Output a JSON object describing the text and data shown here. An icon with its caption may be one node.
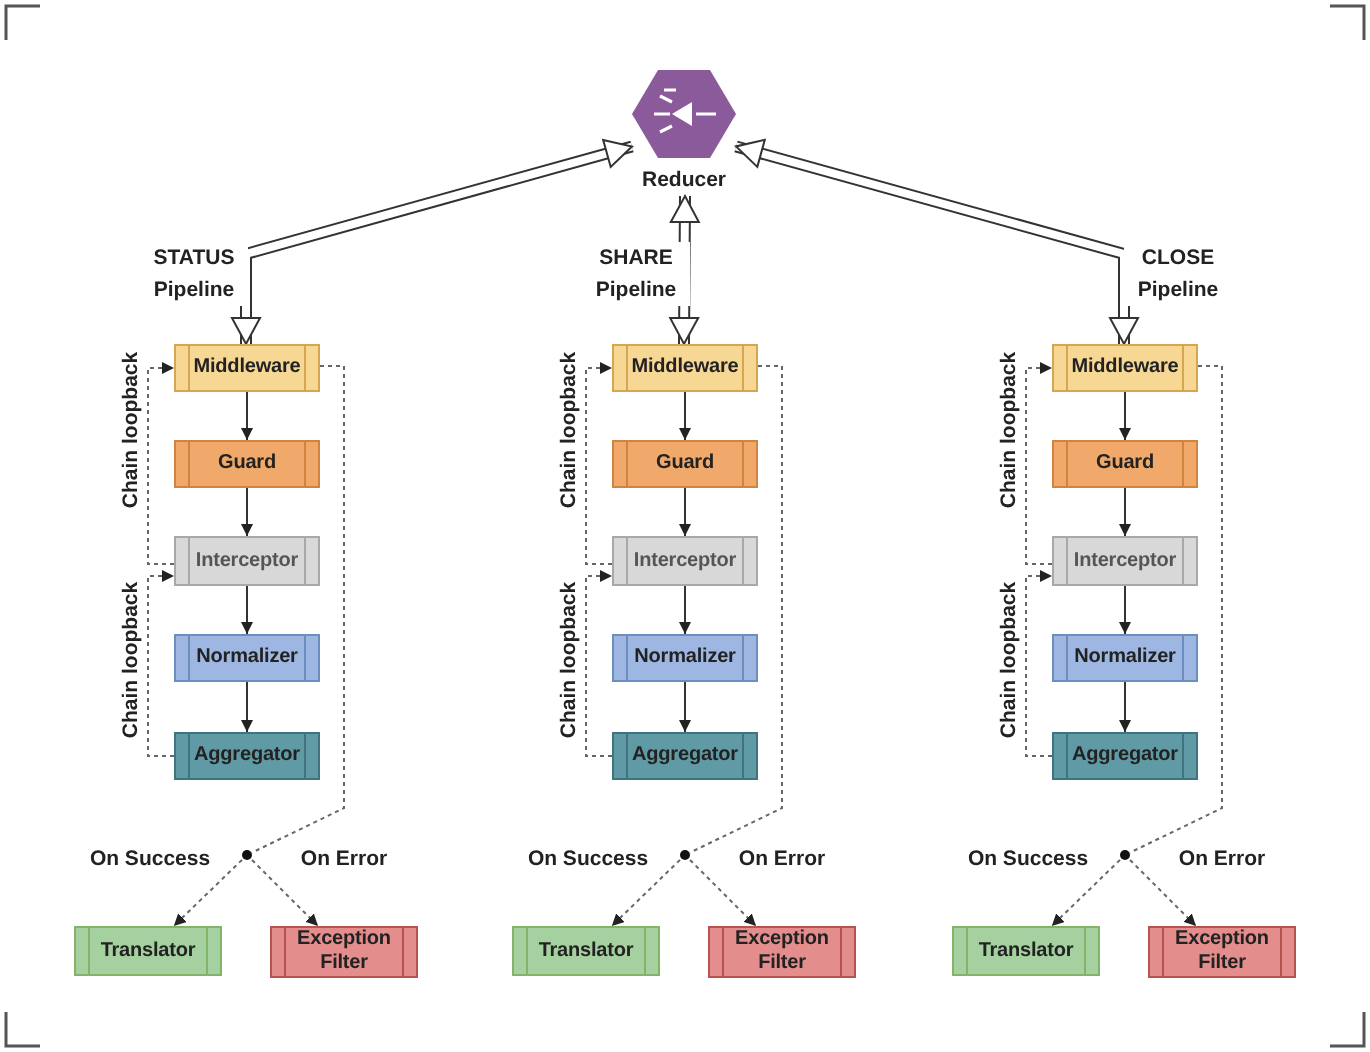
{
  "diagram": {
    "nodes": [
      {
        "text": [
          "Reducer"
        ]
      },
      {
        "text": [
          "Middleware"
        ]
      },
      {
        "text": [
          "Guard"
        ]
      },
      {
        "text": [
          "Interceptor"
        ]
      },
      {
        "text": [
          "Normalizer"
        ]
      },
      {
        "text": [
          "Aggregator"
        ]
      },
      {
        "text": [],
        "shape": "circle"
      },
      {
        "text": [
          "Translator"
        ]
      },
      {
        "text": [
          "Exception Filter"
        ]
      },
      {
        "text": [
          "Middleware"
        ]
      },
      {
        "text": [
          "Guard"
        ]
      },
      {
        "text": [
          "Interceptor"
        ]
      },
      {
        "text": [
          "Normalizer"
        ]
      },
      {
        "text": [
          "Aggregator"
        ]
      },
      {
        "text": [],
        "shape": "circle"
      },
      {
        "text": [
          "Translator"
        ]
      },
      {
        "text": [
          "Exception Filter"
        ]
      },
      {
        "text": [
          "Middleware"
        ]
      },
      {
        "text": [
          "Guard"
        ]
      },
      {
        "text": [
          "Interceptor"
        ]
      },
      {
        "text": [
          "Normalizer"
        ]
      },
      {
        "text": [
          "Aggregator"
        ]
      },
      {
        "text": [],
        "shape": "circle"
      },
      {
        "text": [
          "Translator"
        ]
      },
      {
        "text": [
          "Exception Filter"
        ]
      }
    ],
    "edges": [
      {
        "from": 0,
        "to": 1,
        "arrow": "both",
        "style": "thick",
        "label": "STATUS Pipeline"
      },
      {
        "from": 1,
        "to": 2,
        "arrow": "to"
      },
      {
        "from": 2,
        "to": 3,
        "arrow": "to"
      },
      {
        "from": 3,
        "to": 4,
        "arrow": "to"
      },
      {
        "from": 4,
        "to": 5,
        "arrow": "to"
      },
      {
        "from": 3,
        "to": 1,
        "arrow": "to",
        "style": "dashed",
        "label": "Chain loopback"
      },
      {
        "from": 5,
        "to": 3,
        "arrow": "to",
        "style": "dashed",
        "label": "Chain loopback"
      },
      {
        "from": 1,
        "to": 6,
        "arrow": "none",
        "style": "dashed"
      },
      {
        "from": 6,
        "to": 7,
        "arrow": "to",
        "style": "dashed",
        "label": "On Success"
      },
      {
        "from": 6,
        "to": 8,
        "arrow": "to",
        "style": "dashed",
        "label": "On Error"
      },
      {
        "from": 0,
        "to": 9,
        "arrow": "both",
        "style": "thick",
        "label": "SHARE Pipeline"
      },
      {
        "from": 9,
        "to": 10,
        "arrow": "to"
      },
      {
        "from": 10,
        "to": 11,
        "arrow": "to"
      },
      {
        "from": 11,
        "to": 12,
        "arrow": "to"
      },
      {
        "from": 12,
        "to": 13,
        "arrow": "to"
      },
      {
        "from": 11,
        "to": 9,
        "arrow": "to",
        "style": "dashed",
        "label": "Chain loopback"
      },
      {
        "from": 13,
        "to": 11,
        "arrow": "to",
        "style": "dashed",
        "label": "Chain loopback"
      },
      {
        "from": 9,
        "to": 14,
        "arrow": "none",
        "style": "dashed"
      },
      {
        "from": 14,
        "to": 15,
        "arrow": "to",
        "style": "dashed",
        "label": "On Success"
      },
      {
        "from": 14,
        "to": 16,
        "arrow": "to",
        "style": "dashed",
        "label": "On Error"
      },
      {
        "from": 0,
        "to": 17,
        "arrow": "both",
        "style": "thick",
        "label": "CLOSE Pipeline"
      },
      {
        "from": 17,
        "to": 18,
        "arrow": "to"
      },
      {
        "from": 18,
        "to": 19,
        "arrow": "to"
      },
      {
        "from": 19,
        "to": 20,
        "arrow": "to"
      },
      {
        "from": 20,
        "to": 21,
        "arrow": "to"
      },
      {
        "from": 19,
        "to": 17,
        "arrow": "to",
        "style": "dashed",
        "label": "Chain loopback"
      },
      {
        "from": 21,
        "to": 19,
        "arrow": "to",
        "style": "dashed",
        "label": "Chain loopback"
      },
      {
        "from": 17,
        "to": 22,
        "arrow": "none",
        "style": "dashed"
      },
      {
        "from": 22,
        "to": 23,
        "arrow": "to",
        "style": "dashed",
        "label": "On Success"
      },
      {
        "from": 22,
        "to": 24,
        "arrow": "to",
        "style": "dashed",
        "label": "On Error"
      }
    ]
  }
}
